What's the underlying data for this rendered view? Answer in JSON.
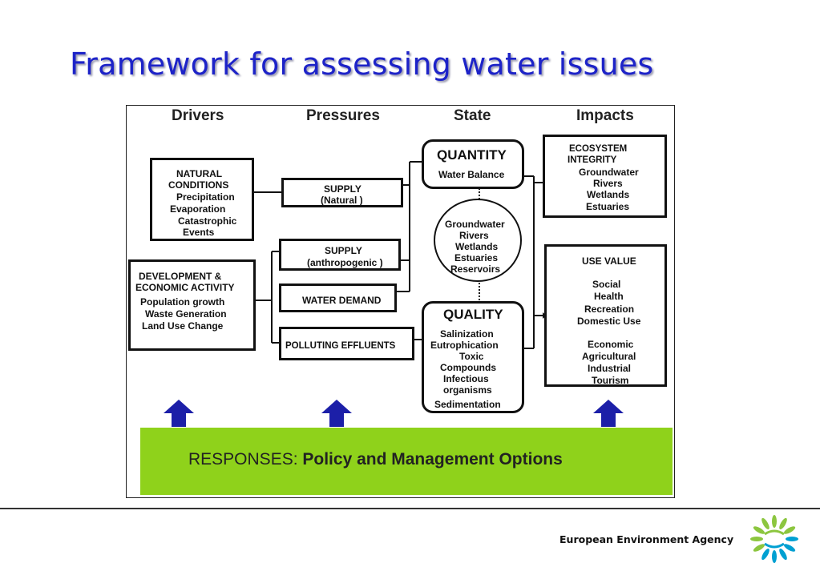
{
  "title": "Framework for assessing water issues",
  "columns": {
    "drivers": "Drivers",
    "pressures": "Pressures",
    "state": "State",
    "impacts": "Impacts"
  },
  "drivers": {
    "natural": [
      "NATURAL",
      "CONDITIONS",
      "Precipitation",
      "Evaporation",
      "Catastrophic",
      "Events"
    ],
    "development": [
      "DEVELOPMENT &",
      "ECONOMIC ACTIVITY",
      "Population  growth",
      "Waste  Generation",
      "Land  Use  Change"
    ]
  },
  "pressures": {
    "supply_natural": [
      "SUPPLY",
      "(Natural )"
    ],
    "supply_anthropogenic": [
      "SUPPLY",
      "(anthropogenic )"
    ],
    "water_demand": "WATER DEMAND",
    "polluting_effluents": "POLLUTING EFFLUENTS"
  },
  "state": {
    "quantity_title": "QUANTITY",
    "quantity_sub": "Water  Balance",
    "water_bodies": [
      "Groundwater",
      "Rivers",
      "Wetlands",
      "Estuaries",
      "Reservoirs"
    ],
    "quality_title": "QUALITY",
    "quality_items": [
      "Salinization",
      "Eutrophication",
      "Toxic",
      "Compounds",
      "Infectious",
      "organisms",
      "Sedimentation"
    ]
  },
  "impacts": {
    "ecosystem": [
      "ECOSYSTEM",
      "INTEGRITY",
      "Groundwater",
      "Rivers",
      "Wetlands",
      "Estuaries"
    ],
    "use_value_title": "USE VALUE",
    "use_value_items": [
      "Social",
      "Health",
      "Recreation",
      "Domestic  Use",
      "Economic",
      "Agricultural",
      "Industrial",
      "Tourism"
    ]
  },
  "responses": {
    "prefix": "RESPONSES:",
    "text": "Policy and Management Options"
  },
  "footer": {
    "agency": "European Environment Agency"
  },
  "colors": {
    "title": "#1d23c8",
    "responses_bar": "#8fd21b",
    "arrow": "#1c1fa8",
    "logo_green": "#8cc63f",
    "logo_blue": "#00a0d2"
  }
}
